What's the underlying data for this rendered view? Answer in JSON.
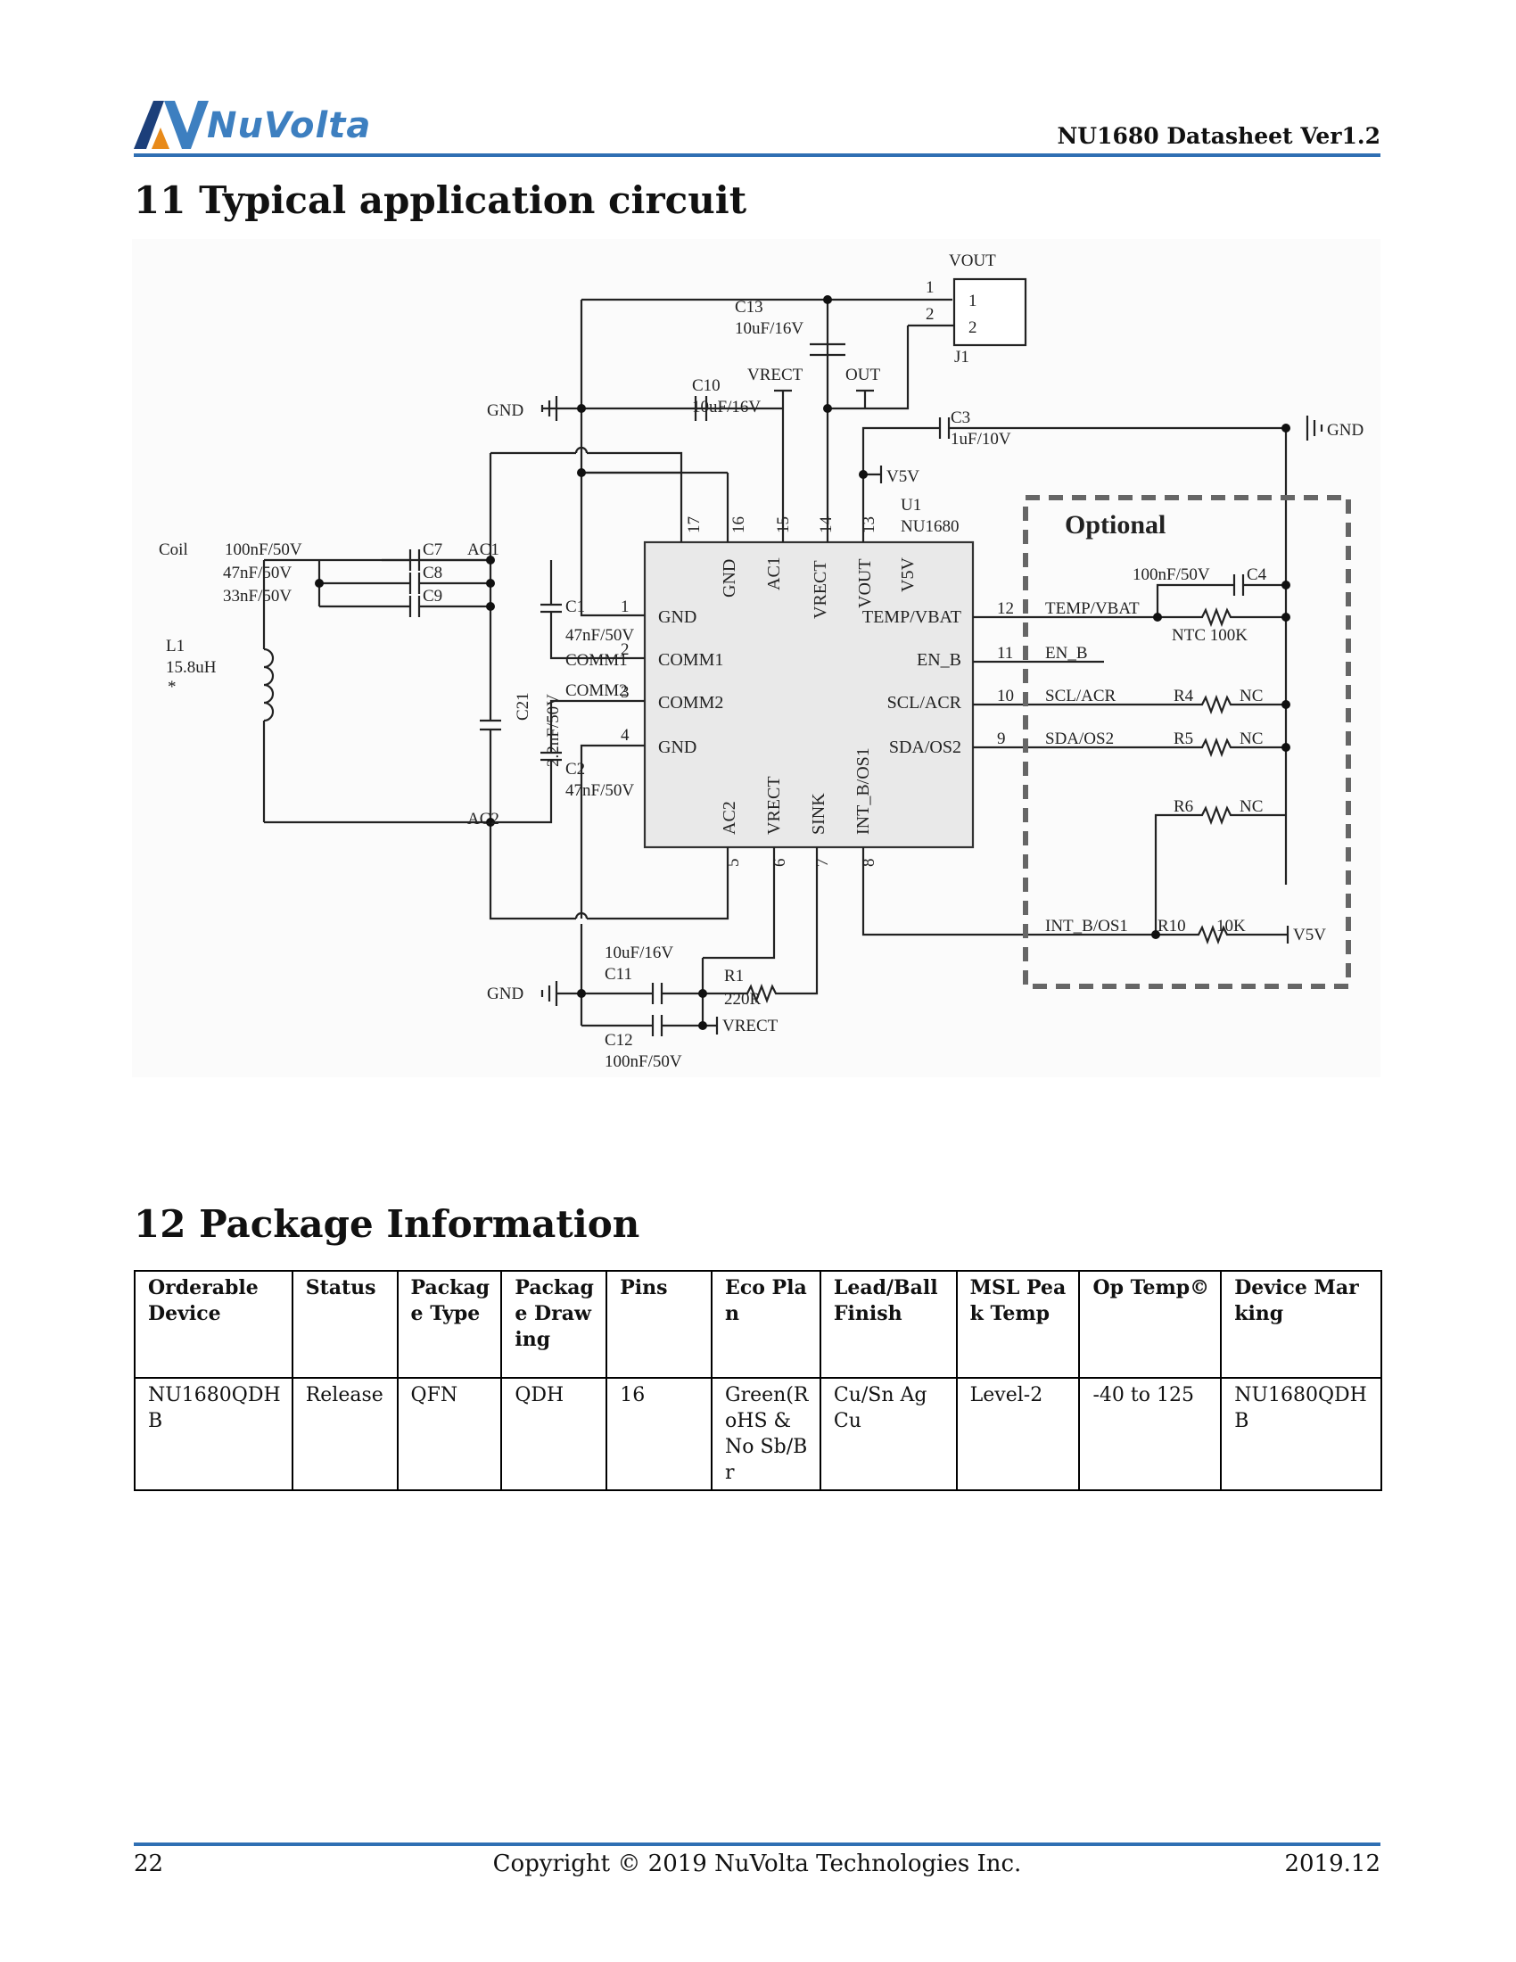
{
  "header": {
    "logo_text": "NuVolta",
    "doc_title": "NU1680 Datasheet Ver1.2"
  },
  "section11": {
    "title": "11 Typical application circuit"
  },
  "schematic": {
    "texts": {
      "vout_conn": "VOUT",
      "j1": "J1",
      "j1_p1": "1",
      "j1_p2": "2",
      "wire1": "1",
      "wire2": "2",
      "c13": "C13",
      "c13_val": "10uF/16V",
      "vrect_top": "VRECT",
      "out": "OUT",
      "gnd_top": "GND",
      "c10": "C10",
      "c10_val": "10uF/16V",
      "c3": "C3",
      "c3_val": "1uF/10V",
      "gnd_right": "GND",
      "v5v_top": "V5V",
      "u1": "U1",
      "u1_part": "NU1680",
      "coil": "Coil",
      "c7_val": "100nF/50V",
      "c7": "C7",
      "ac1": "AC1",
      "c8_val": "47nF/50V",
      "c8": "C8",
      "c9_val": "33nF/50V",
      "c9": "C9",
      "l1": "L1",
      "l1_val": "15.8uH",
      "l1_star": "*",
      "c1": "C1",
      "c1_val": "47nF/50V",
      "comm1_net": "COMM1",
      "c21": "C21",
      "c21_val": "2.2nF/50V",
      "comm2_net": "COMM2",
      "c2": "C2",
      "c2_val": "47nF/50V",
      "ac2": "AC2",
      "pin1": "1",
      "pin2": "2",
      "pin3": "3",
      "pin4": "4",
      "pin5": "5",
      "pin6": "6",
      "pin7": "7",
      "pin8": "8",
      "pin9": "9",
      "pin10": "10",
      "pin11": "11",
      "pin12": "12",
      "pin13": "13",
      "pin14": "14",
      "pin15": "15",
      "pin16": "16",
      "pin17": "17",
      "ic_gnd1": "GND",
      "ic_comm1": "COMM1",
      "ic_comm2": "COMM2",
      "ic_gnd4": "GND",
      "ic_temp": "TEMP/VBAT",
      "ic_en": "EN_B",
      "ic_scl": "SCL/ACR",
      "ic_sda": "SDA/OS2",
      "ic_top_gnd": "GND",
      "ic_top_ac1": "AC1",
      "ic_top_vrect": "VRECT",
      "ic_top_vout": "VOUT",
      "ic_top_v5v": "V5V",
      "ic_bot_ac2": "AC2",
      "ic_bot_vrect": "VRECT",
      "ic_bot_sink": "SINK",
      "ic_bot_int": "INT_B/OS1",
      "optional": "Optional",
      "c4_val": "100nF/50V",
      "c4": "C4",
      "temp_net": "TEMP/VBAT",
      "ntc": "NTC 100K",
      "en_net": "EN_B",
      "scl_net": "SCL/ACR",
      "r4": "R4",
      "nc1": "NC",
      "sda_net": "SDA/OS2",
      "r5": "R5",
      "nc2": "NC",
      "r6": "R6",
      "nc3": "NC",
      "int_net": "INT_B/OS1",
      "r10": "R10",
      "r10_val": "10K",
      "v5v_r10": "V5V",
      "gnd_bot": "GND",
      "c11_val": "10uF/16V",
      "c11": "C11",
      "r1": "R1",
      "r1_val": "220R",
      "vrect_bot": "VRECT",
      "c12": "C12",
      "c12_val": "100nF/50V"
    }
  },
  "section12": {
    "title": "12 Package Information",
    "headers": [
      "Orderable Device",
      "Status",
      "Package Type",
      "Package Drawing",
      "Pins",
      "Eco Plan",
      "Lead/Ball Finish",
      "MSL Peak Temp",
      "Op Temp©",
      "Device Marking"
    ],
    "rows": [
      [
        "NU1680QDHB",
        "Release",
        "QFN",
        "QDH",
        "16",
        "Green(RoHS & No Sb/Br",
        "Cu/Sn Ag Cu",
        "Level-2",
        "-40 to 125",
        "NU1680QDHB"
      ]
    ]
  },
  "footer": {
    "page": "22",
    "copyright": "Copyright © 2019 NuVolta Technologies Inc.",
    "date": "2019.12"
  },
  "colors": {
    "rule": "#2f6fb3",
    "logo_blue": "#3d7fc0",
    "logo_dark": "#1c3f7a",
    "logo_orange": "#e88a1a"
  }
}
